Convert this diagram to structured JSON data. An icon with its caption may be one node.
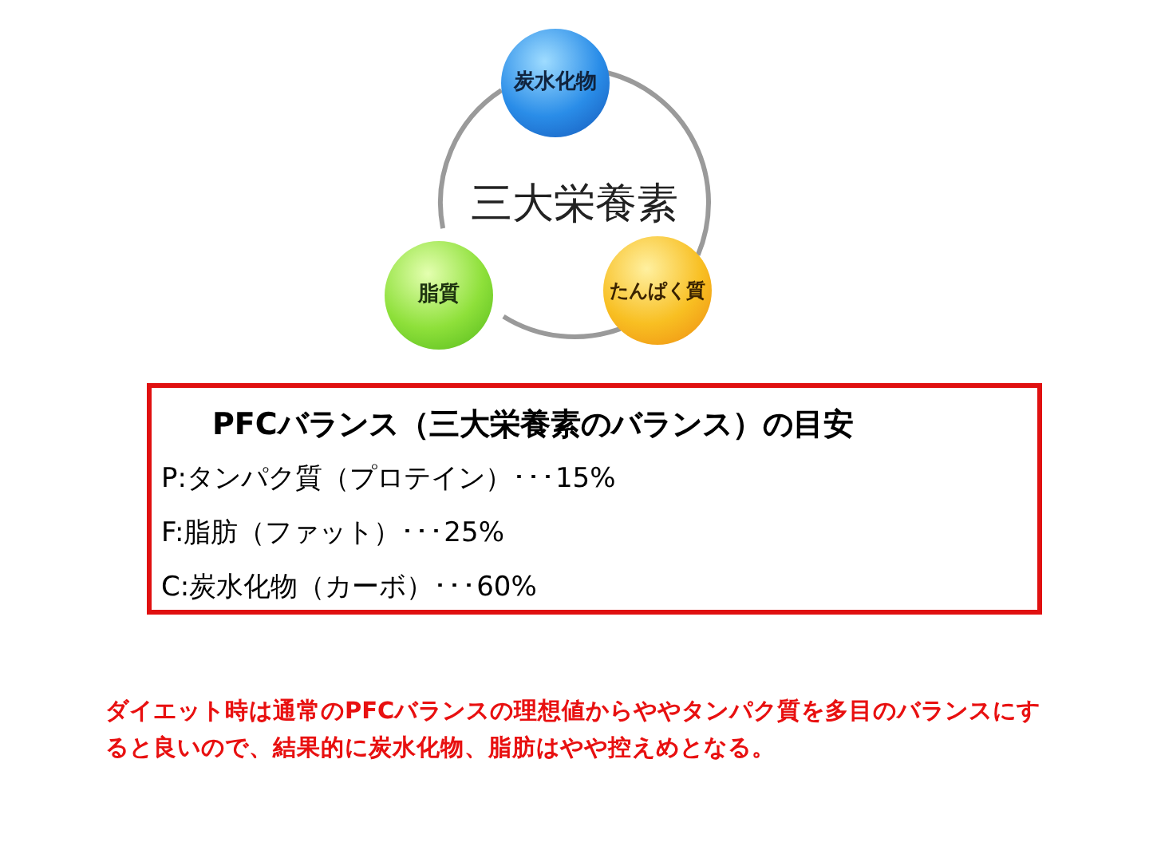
{
  "diagram": {
    "nodes": [
      {
        "text": [
          "三大栄養素"
        ]
      },
      {
        "text": [
          "炭水化物"
        ]
      },
      {
        "text": [
          "脂質"
        ]
      },
      {
        "text": [
          "たんぱく質"
        ]
      },
      {
        "text": [
          "PFCバランス（三大栄養素のバランス）の目安",
          "P:タンパク質（プロテイン）･･･15%",
          "F:脂肪（ファット）･･･25%",
          "C:炭水化物（カーボ）･･･60%"
        ]
      }
    ],
    "labels": [
      "ダイエット時は通常のPFCバランスの理想値からややタンパク質を多目のバランスにすると良いので、結果的に炭水化物、脂肪はやや控えめとなる。"
    ]
  }
}
